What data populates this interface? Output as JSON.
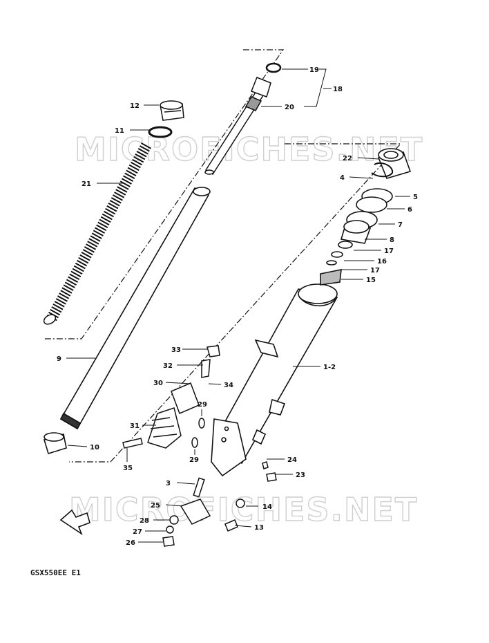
{
  "watermark": "MICROFICHES.NET",
  "model_code": "GSX550EE E1",
  "labels": {
    "p1_2": "1-2",
    "p3": "3",
    "p4": "4",
    "p5": "5",
    "p6": "6",
    "p7": "7",
    "p8": "8",
    "p9": "9",
    "p10": "10",
    "p11": "11",
    "p12": "12",
    "p13": "13",
    "p14": "14",
    "p15": "15",
    "p16": "16",
    "p17a": "17",
    "p17b": "17",
    "p18": "18",
    "p19": "19",
    "p20": "20",
    "p21": "21",
    "p22": "22",
    "p23": "23",
    "p24": "24",
    "p25": "25",
    "p26": "26",
    "p27": "27",
    "p28": "28",
    "p29a": "29",
    "p29b": "29",
    "p30": "30",
    "p31": "31",
    "p32": "32",
    "p33": "33",
    "p34": "34",
    "p35": "35"
  }
}
